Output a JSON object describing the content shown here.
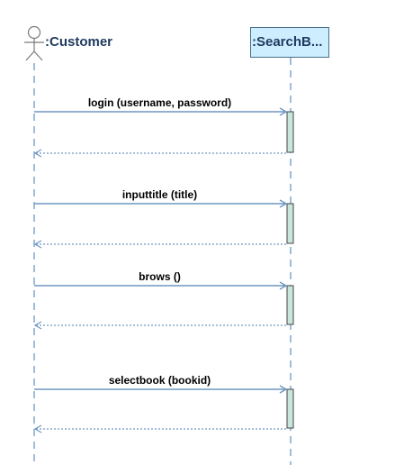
{
  "actor": {
    "label": ":Customer",
    "icon": "stick-figure-icon"
  },
  "object": {
    "label": ":SearchB..."
  },
  "colors": {
    "lifeline": "#6f97c2",
    "message": "#6f97c2",
    "activation_fill": "#c8e6dc",
    "activation_border": "#444444",
    "object_fill": "#cdeeff",
    "text": "#1f3a5f"
  },
  "messages": [
    {
      "label": "login (username, password)"
    },
    {
      "label": "inputtitle (title)"
    },
    {
      "label": "brows ()"
    },
    {
      "label": "selectbook (bookid)"
    }
  ]
}
